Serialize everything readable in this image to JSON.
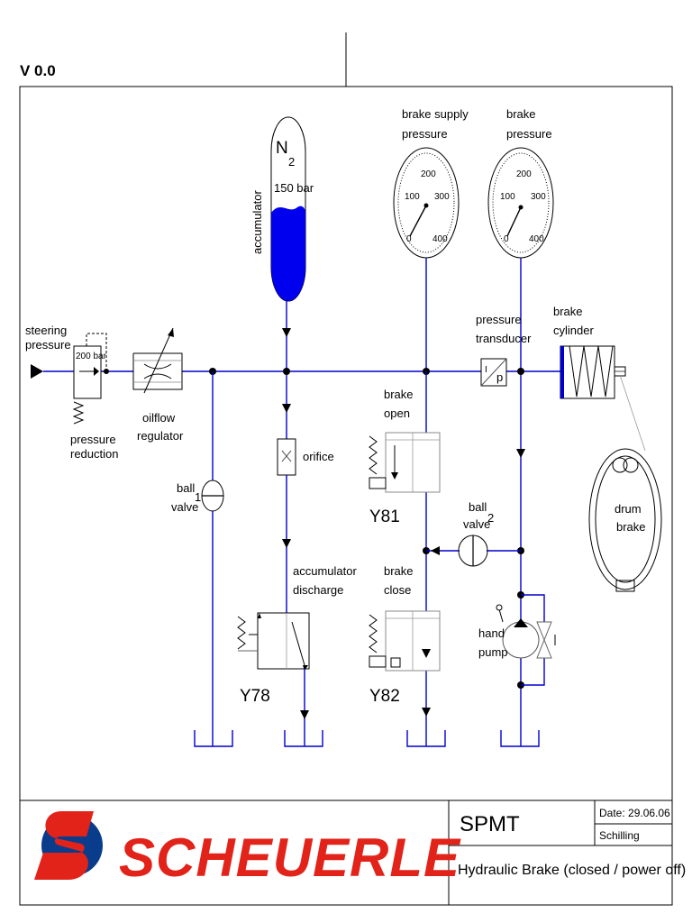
{
  "header": {
    "version": "V 0.0"
  },
  "labels": {
    "steering_pressure": [
      "steering",
      "pressure"
    ],
    "pressure_reduction": [
      "pressure",
      "reduction"
    ],
    "reduction_setting": "200 bar",
    "oilflow_regulator": [
      "oilflow",
      "regulator"
    ],
    "ball_valve_1": [
      "ball",
      "valve"
    ],
    "ball_valve_1_num": "1",
    "orifice": "orifice",
    "accumulator_discharge": [
      "accumulator",
      "discharge"
    ],
    "accumulator": "accumulator",
    "accumulator_gas": "N",
    "accumulator_gas_sub": "2",
    "accumulator_pressure": "150 bar",
    "brake_supply_pressure": [
      "brake supply",
      "pressure"
    ],
    "brake_pressure": [
      "brake",
      "pressure"
    ],
    "pressure_transducer": [
      "pressure",
      "transducer"
    ],
    "transducer_i": "I",
    "transducer_p": "p",
    "brake_cylinder": [
      "brake",
      "cylinder"
    ],
    "brake_open": [
      "brake",
      "open"
    ],
    "brake_close": [
      "brake",
      "close"
    ],
    "ball_valve_2": [
      "ball",
      "valve"
    ],
    "ball_valve_2_num": "2",
    "hand_pump": [
      "hand",
      "pump"
    ],
    "drum_brake": [
      "drum",
      "brake"
    ],
    "valve_y78": "Y78",
    "valve_y81": "Y81",
    "valve_y82": "Y82"
  },
  "gauges": [
    {
      "id": "brake-supply-gauge",
      "ticks": [
        "0",
        "100",
        "200",
        "300",
        "400"
      ]
    },
    {
      "id": "brake-gauge",
      "ticks": [
        "0",
        "100",
        "200",
        "300",
        "400"
      ]
    }
  ],
  "title_block": {
    "company": "SCHEUERLE",
    "product": "SPMT",
    "date": "Date:  29.06.06",
    "author": "Schilling",
    "drawing_title": "Hydraulic Brake  (closed / power off)"
  },
  "colors": {
    "pipe": "#0000cc",
    "accumulator_fluid": "#0000ee",
    "logo_red": "#e2231a",
    "logo_blue": "#0a3c8c"
  }
}
